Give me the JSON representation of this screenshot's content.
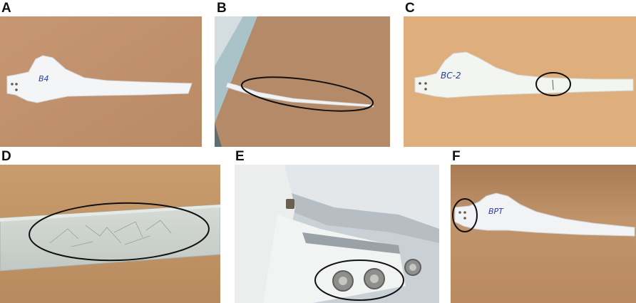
{
  "figure": {
    "panels": [
      {
        "id": "A",
        "label": "A",
        "blade_marking": "B4"
      },
      {
        "id": "B",
        "label": "B"
      },
      {
        "id": "C",
        "label": "C",
        "blade_marking": "BC-2"
      },
      {
        "id": "D",
        "label": "D"
      },
      {
        "id": "E",
        "label": "E"
      },
      {
        "id": "F",
        "label": "F",
        "blade_marking": "BPT"
      }
    ]
  },
  "colors": {
    "table_wood": "#c0906a",
    "blade_white": "#f4f5f6",
    "marker_blue": "#2a3f9a",
    "ellipse": "#111111"
  }
}
